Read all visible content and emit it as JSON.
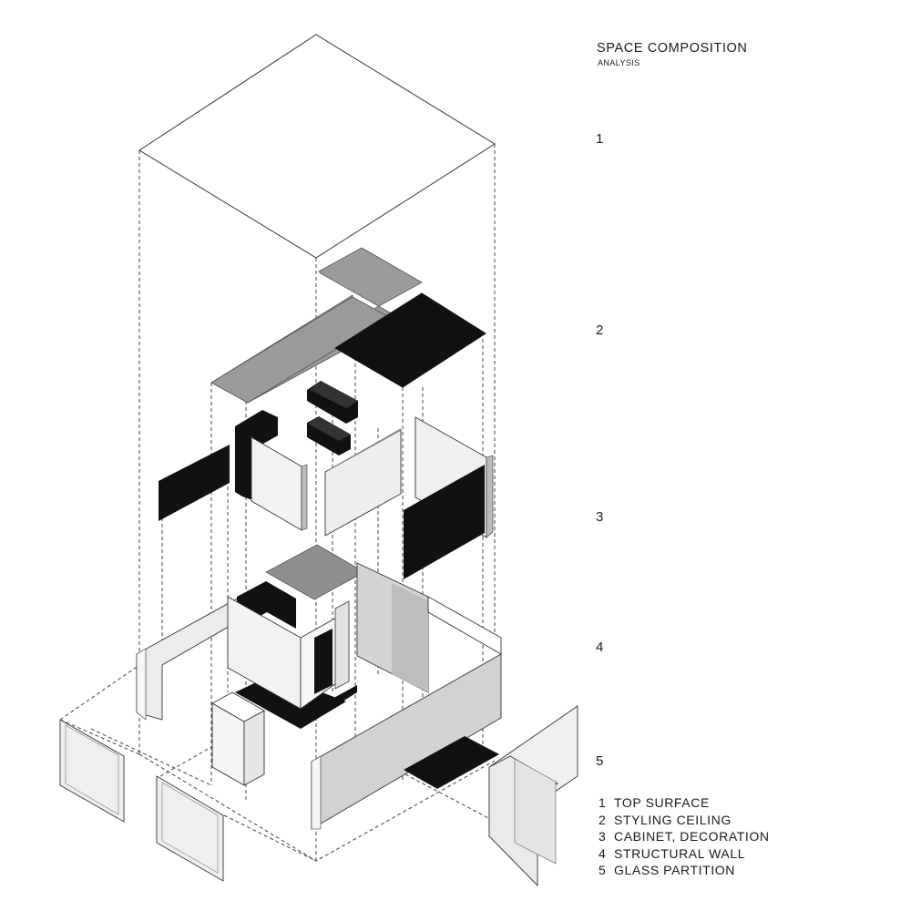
{
  "header": {
    "title": "SPACE COMPOSITION",
    "subtitle": "ANALYSIS"
  },
  "layer_numbers": [
    "1",
    "2",
    "3",
    "4",
    "5"
  ],
  "legend": [
    {
      "num": "1",
      "label": "TOP SURFACE"
    },
    {
      "num": "2",
      "label": "STYLING CEILING"
    },
    {
      "num": "3",
      "label": "CABINET, DECORATION"
    },
    {
      "num": "4",
      "label": "STRUCTURAL WALL"
    },
    {
      "num": "5",
      "label": "GLASS PARTITION"
    }
  ],
  "colors": {
    "background": "#ffffff",
    "line": "#333333",
    "solid_black": "#111111",
    "ceiling_gray": "#9a9a9a",
    "wall_light": "#e8e8e8",
    "wall_shade": "#cfcfcf",
    "glass": "#eeeeee"
  }
}
